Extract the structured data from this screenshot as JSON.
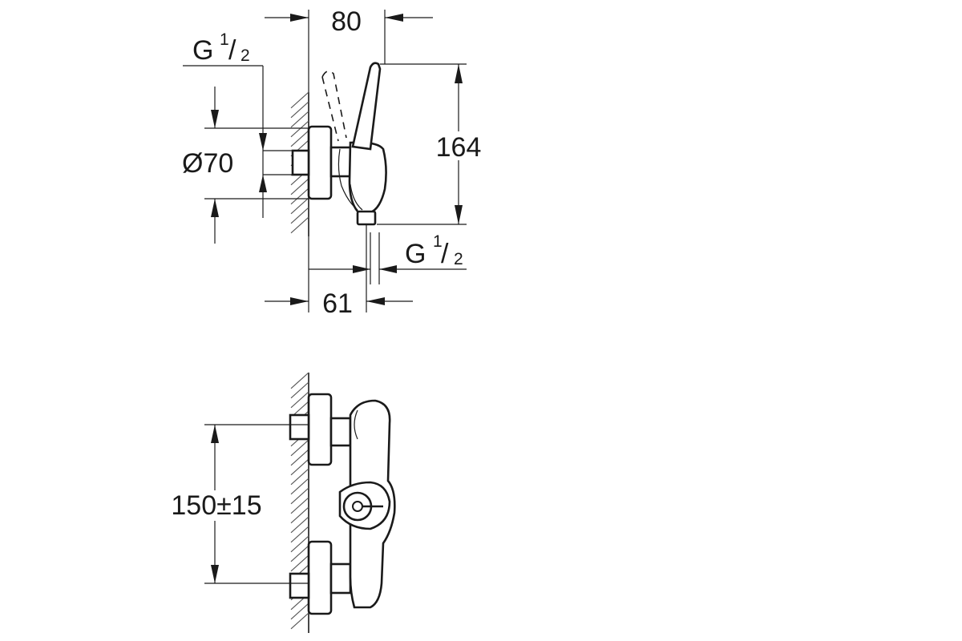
{
  "diagram": {
    "side_view": {
      "dim_width": "80",
      "dim_height": "164",
      "dim_depth": "61",
      "dim_diameter": "Ø70",
      "thread_top": {
        "main": "G",
        "num": "1",
        "slash": "/",
        "den": "2"
      },
      "thread_bottom": {
        "main": "G",
        "num": "1",
        "slash": "/",
        "den": "2"
      }
    },
    "front_view": {
      "dim_spacing": "150±15"
    }
  }
}
